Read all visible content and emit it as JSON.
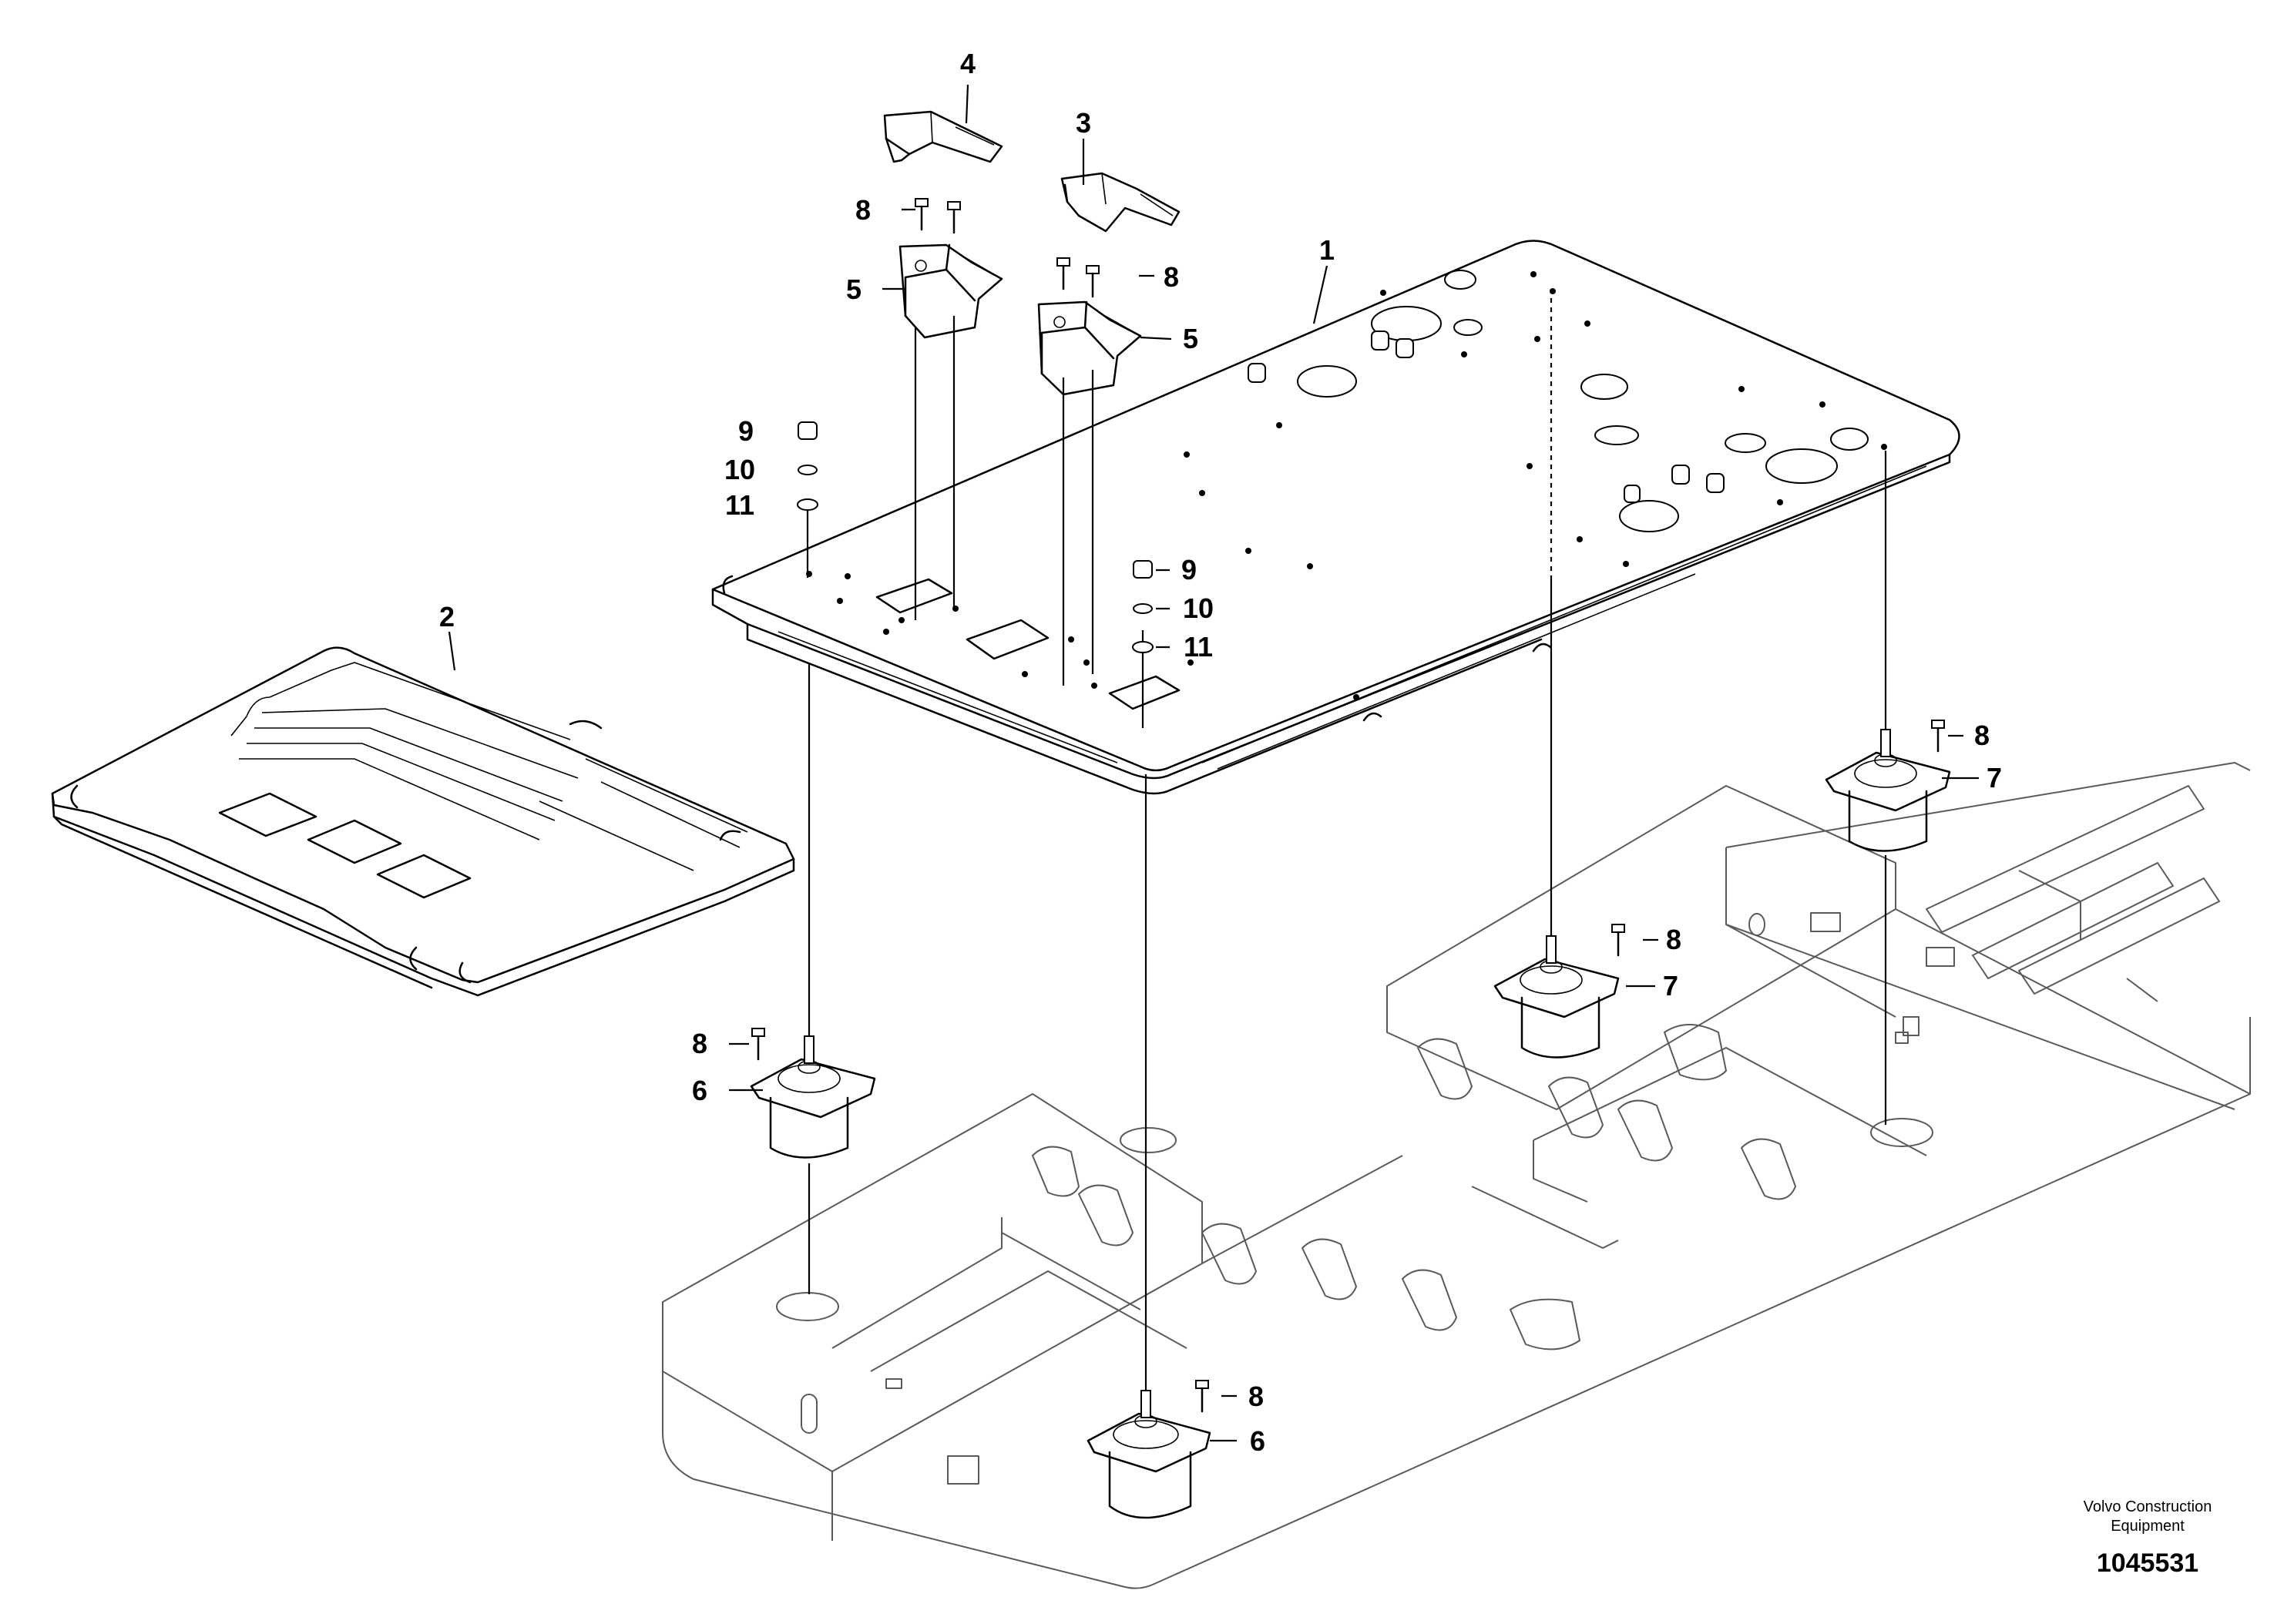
{
  "callouts": {
    "c1": "1",
    "c2": "2",
    "c3": "3",
    "c4": "4",
    "c5a": "5",
    "c5b": "5",
    "c6a": "6",
    "c6b": "6",
    "c7a": "7",
    "c7b": "7",
    "c8a": "8",
    "c8b": "8",
    "c8c": "8",
    "c8d": "8",
    "c8e": "8",
    "c8f": "8",
    "c9a": "9",
    "c9b": "9",
    "c10a": "10",
    "c10b": "10",
    "c11a": "11",
    "c11b": "11"
  },
  "footer": {
    "brand_line1": "Volvo Construction",
    "brand_line2": "Equipment",
    "doc_number": "1045531"
  }
}
